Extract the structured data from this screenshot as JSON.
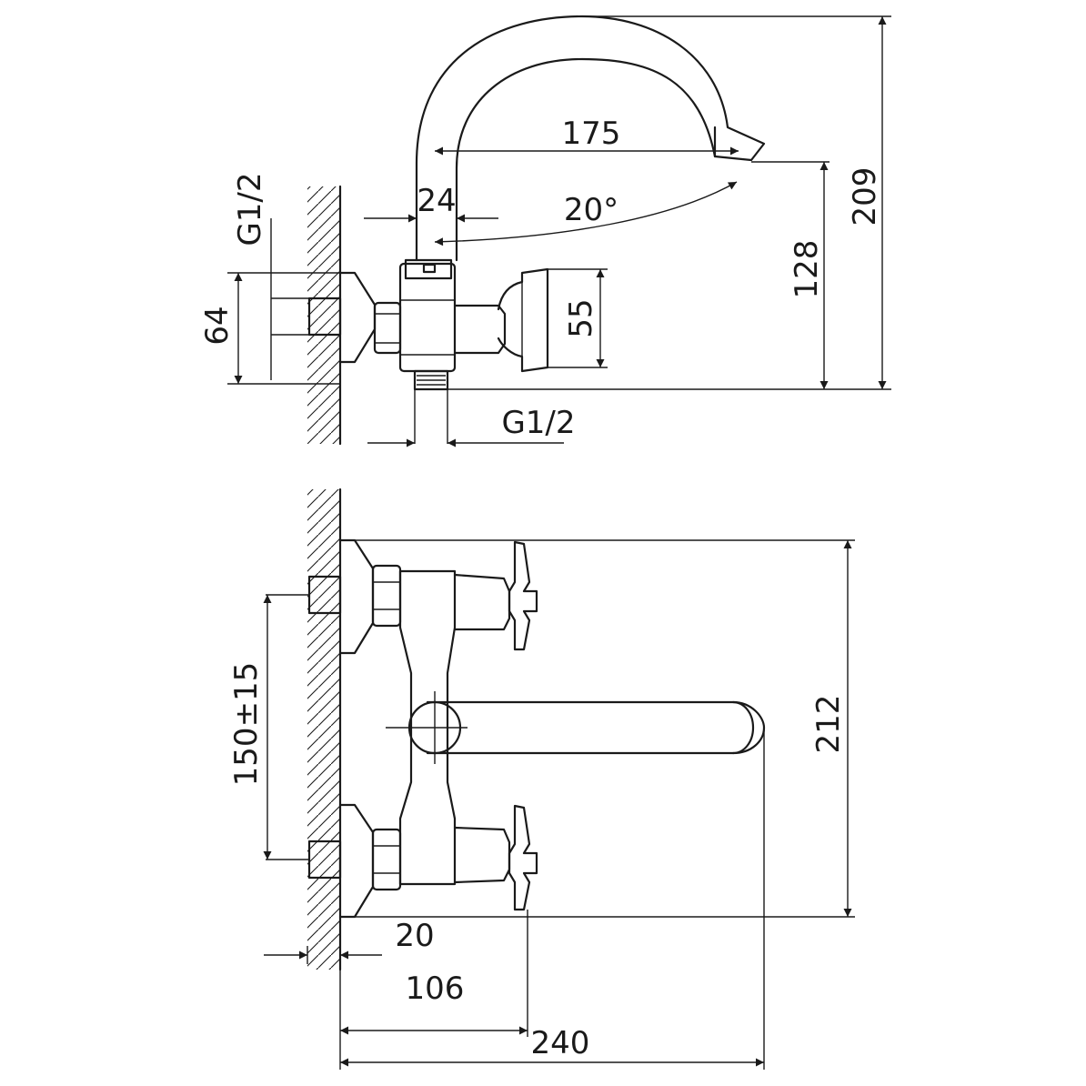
{
  "dimensions": {
    "d175": "175",
    "d24": "24",
    "d20deg": "20°",
    "thread_top": "G1/2",
    "thread_bottom": "G1/2",
    "d64": "64",
    "d55": "55",
    "d128": "128",
    "d209": "209",
    "d150": "150±15",
    "d212": "212",
    "d20": "20",
    "d106": "106",
    "d240": "240"
  }
}
